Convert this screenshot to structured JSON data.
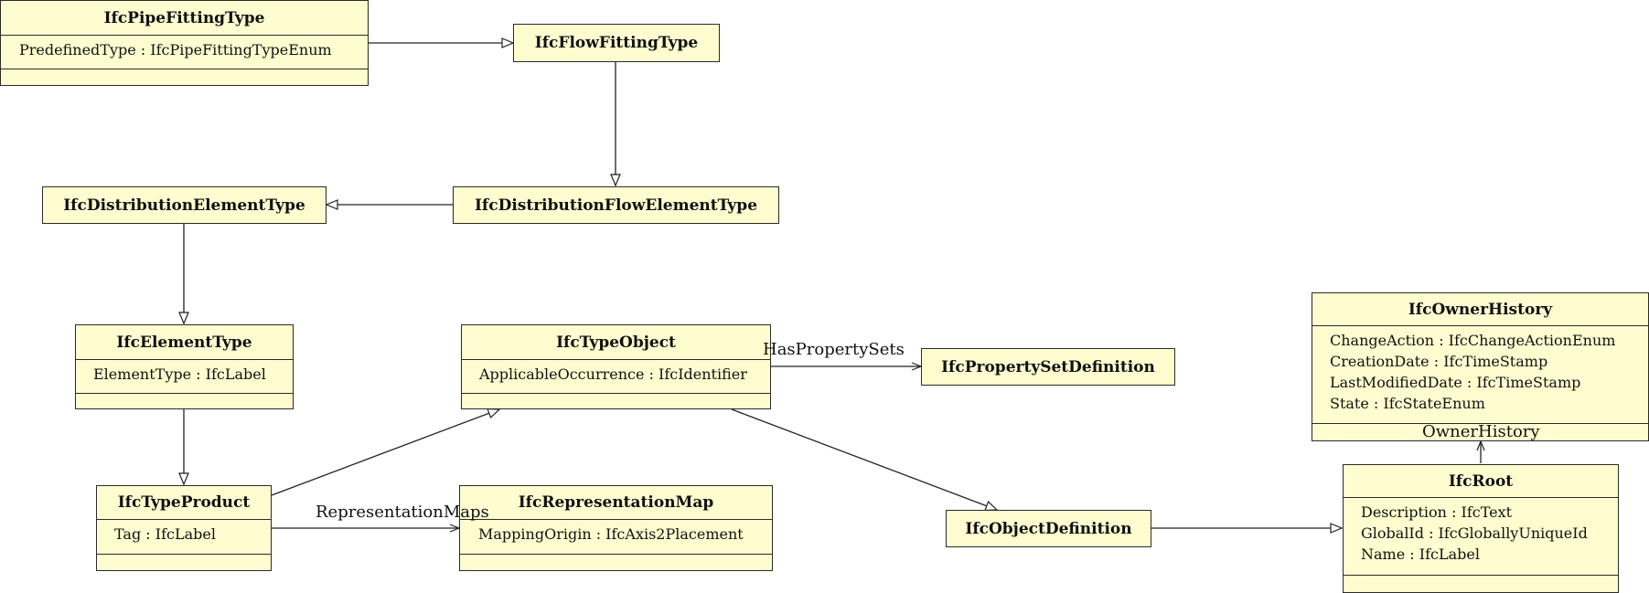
{
  "classes": {
    "pipe_fitting_type": {
      "name": "IfcPipeFittingType",
      "attributes": [
        "PredefinedType : IfcPipeFittingTypeEnum"
      ]
    },
    "flow_fitting_type": {
      "name": "IfcFlowFittingType"
    },
    "distribution_element_type": {
      "name": "IfcDistributionElementType"
    },
    "distribution_flow_element_type": {
      "name": "IfcDistributionFlowElementType"
    },
    "element_type": {
      "name": "IfcElementType",
      "attributes": [
        "ElementType : IfcLabel"
      ]
    },
    "type_object": {
      "name": "IfcTypeObject",
      "attributes": [
        "ApplicableOccurrence : IfcIdentifier"
      ]
    },
    "property_set_definition": {
      "name": "IfcPropertySetDefinition"
    },
    "owner_history": {
      "name": "IfcOwnerHistory",
      "attributes": [
        "ChangeAction : IfcChangeActionEnum",
        "CreationDate : IfcTimeStamp",
        "LastModifiedDate : IfcTimeStamp",
        "State : IfcStateEnum"
      ]
    },
    "type_product": {
      "name": "IfcTypeProduct",
      "attributes": [
        "Tag : IfcLabel"
      ]
    },
    "representation_map": {
      "name": "IfcRepresentationMap",
      "attributes": [
        "MappingOrigin : IfcAxis2Placement"
      ]
    },
    "object_definition": {
      "name": "IfcObjectDefinition"
    },
    "root": {
      "name": "IfcRoot",
      "attributes": [
        "Description : IfcText",
        "GlobalId : IfcGloballyUniqueId",
        "Name : IfcLabel"
      ]
    }
  },
  "associations": {
    "has_property_sets": "HasPropertySets",
    "representation_maps": "RepresentationMaps",
    "owner_history": "OwnerHistory"
  }
}
